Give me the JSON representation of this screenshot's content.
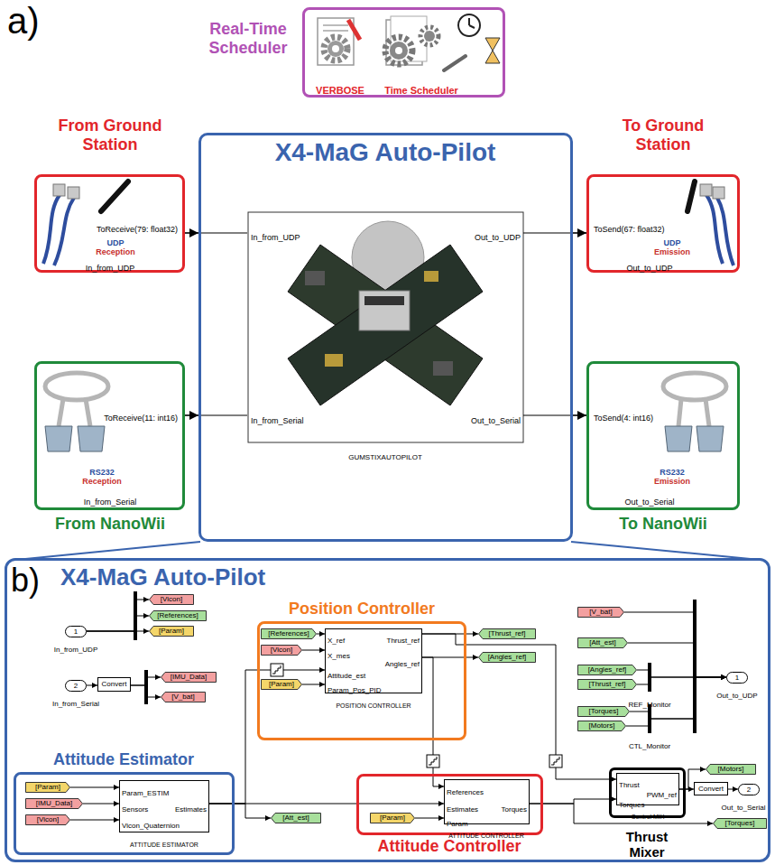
{
  "diagram": {
    "nodes": [
      {
        "text": [
          "Real-Time Scheduler",
          "VERBOSE",
          "Time Scheduler"
        ]
      },
      {
        "text": [
          "From Ground Station",
          "ToReceive(79: float32)",
          "UDP",
          "Reception",
          "In_from_UDP"
        ]
      },
      {
        "text": [
          "ToReceive(11: int16)",
          "RS232",
          "Reception",
          "In_from_Serial",
          "From NanoWii"
        ]
      },
      {
        "text": [
          "X4-MaG Auto-Pilot",
          "In_from_UDP",
          "In_from_Serial",
          "Out_to_UDP",
          "Out_to_Serial",
          "GUMSTIXAUTOPILOT"
        ]
      },
      {
        "text": [
          "To Ground Station",
          "ToSend(67: float32)",
          "UDP",
          "Emission",
          "Out_to_UDP"
        ]
      },
      {
        "text": [
          "ToSend(4: int16)",
          "RS232",
          "Emission",
          "Out_to_Serial",
          "To NanoWii"
        ]
      },
      {
        "text": [
          "X4-MaG Auto-Pilot"
        ]
      },
      {
        "text": [
          "1",
          "In_from_UDP"
        ],
        "in": 6
      },
      {
        "text": [
          "[Vicon]"
        ],
        "in": 6
      },
      {
        "text": [
          "[References]"
        ],
        "in": 6
      },
      {
        "text": [
          "[Param]"
        ],
        "in": 6
      },
      {
        "text": [
          "2",
          "In_from_Serial"
        ],
        "in": 6
      },
      {
        "text": [
          "Convert"
        ],
        "in": 6
      },
      {
        "text": [
          "[IMU_Data]"
        ],
        "in": 6
      },
      {
        "text": [
          "[V_bat]"
        ],
        "in": 6
      },
      {
        "text": [
          "Position Controller"
        ],
        "in": 6
      },
      {
        "text": [
          "[References]"
        ],
        "in": 15
      },
      {
        "text": [
          "[Vicon]"
        ],
        "in": 15
      },
      {
        "text": [
          "[Param]"
        ],
        "in": 15
      },
      {
        "text": [
          "X_ref",
          "X_mes",
          "Attitude_est",
          "Param_Pos_PID",
          "Thrust_ref",
          "Angles_ref",
          "POSITION CONTROLLER"
        ],
        "in": 15
      },
      {
        "text": [
          "[Thrust_ref]"
        ],
        "in": 6
      },
      {
        "text": [
          "[Angles_ref]"
        ],
        "in": 6
      },
      {
        "text": [
          "[V_bat]"
        ],
        "in": 6
      },
      {
        "text": [
          "[Att_est]"
        ],
        "in": 6
      },
      {
        "text": [
          "[Angles_ref]"
        ],
        "in": 6
      },
      {
        "text": [
          "[Thrust_ref]"
        ],
        "in": 6
      },
      {
        "text": [
          "[Torques]"
        ],
        "in": 6
      },
      {
        "text": [
          "[Motors]"
        ],
        "in": 6
      },
      {
        "text": [
          "1",
          "Out_to_UDP"
        ],
        "in": 6
      },
      {
        "text": [
          "Attitude Estimator"
        ],
        "in": 6
      },
      {
        "text": [
          "[Param]"
        ],
        "in": 29
      },
      {
        "text": [
          "[IMU_Data]"
        ],
        "in": 29
      },
      {
        "text": [
          "[Vicon]"
        ],
        "in": 29
      },
      {
        "text": [
          "Param_ESTIM",
          "Sensors",
          "Vicon_Quaternion",
          "Estimates",
          "ATTITUDE ESTIMATOR"
        ],
        "in": 29
      },
      {
        "text": [
          "[Att_est]"
        ],
        "in": 6
      },
      {
        "text": [
          "Attitude Controller"
        ],
        "in": 6
      },
      {
        "text": [
          "[Param]"
        ],
        "in": 35
      },
      {
        "text": [
          "References",
          "Estimates",
          "Param",
          "Torques",
          "ATTITUDE CONTROLLER"
        ],
        "in": 35
      },
      {
        "text": [
          "Thrust Mixer"
        ],
        "in": 6
      },
      {
        "text": [
          "Thrust",
          "Torques",
          "PWM_ref",
          "Control MIX"
        ],
        "in": 38
      },
      {
        "text": [
          "Convert"
        ],
        "in": 6
      },
      {
        "text": [
          "2",
          "Out_to_Serial"
        ],
        "in": 6
      },
      {
        "text": [
          "[Motors]"
        ],
        "in": 6
      },
      {
        "text": [
          "[Torques]"
        ],
        "in": 6
      }
    ],
    "edges": [
      {
        "from": 1,
        "to": 3,
        "arrow": "to"
      },
      {
        "from": 2,
        "to": 3,
        "arrow": "to"
      },
      {
        "from": 3,
        "to": 4,
        "arrow": "to"
      },
      {
        "from": 3,
        "to": 5,
        "arrow": "to"
      },
      {
        "from": 7,
        "to": 8,
        "arrow": "to"
      },
      {
        "from": 7,
        "to": 9,
        "arrow": "to"
      },
      {
        "from": 7,
        "to": 10,
        "arrow": "to"
      },
      {
        "from": 11,
        "to": 12,
        "arrow": "to"
      },
      {
        "from": 12,
        "to": 13,
        "arrow": "to"
      },
      {
        "from": 12,
        "to": 14,
        "arrow": "to"
      },
      {
        "from": 16,
        "to": 19,
        "arrow": "to"
      },
      {
        "from": 17,
        "to": 19,
        "arrow": "to"
      },
      {
        "from": 18,
        "to": 19,
        "arrow": "to"
      },
      {
        "from": 19,
        "to": 20,
        "arrow": "to"
      },
      {
        "from": 19,
        "to": 21,
        "arrow": "to"
      },
      {
        "from": 33,
        "to": 19,
        "arrow": "to"
      },
      {
        "from": 19,
        "to": 39,
        "arrow": "to"
      },
      {
        "from": 19,
        "to": 37,
        "arrow": "to"
      },
      {
        "from": 22,
        "to": 28,
        "arrow": "to"
      },
      {
        "from": 23,
        "to": 28,
        "arrow": "to"
      },
      {
        "from": 24,
        "to": 28,
        "arrow": "to"
      },
      {
        "from": 25,
        "to": 28,
        "arrow": "to"
      },
      {
        "from": 26,
        "to": 28,
        "arrow": "to"
      },
      {
        "from": 27,
        "to": 28,
        "arrow": "to"
      },
      {
        "from": 30,
        "to": 33,
        "arrow": "to"
      },
      {
        "from": 31,
        "to": 33,
        "arrow": "to"
      },
      {
        "from": 32,
        "to": 33,
        "arrow": "to"
      },
      {
        "from": 33,
        "to": 34,
        "arrow": "to"
      },
      {
        "from": 33,
        "to": 37,
        "arrow": "to"
      },
      {
        "from": 36,
        "to": 37,
        "arrow": "to"
      },
      {
        "from": 37,
        "to": 39,
        "arrow": "to"
      },
      {
        "from": 37,
        "to": 43,
        "arrow": "to"
      },
      {
        "from": 39,
        "to": 40,
        "arrow": "to"
      },
      {
        "from": 40,
        "to": 41,
        "arrow": "to"
      },
      {
        "from": 39,
        "to": 42,
        "arrow": "to"
      }
    ],
    "labels": [
      "a)",
      "b)",
      "REF_Monitor",
      "CTL_Monitor"
    ]
  }
}
